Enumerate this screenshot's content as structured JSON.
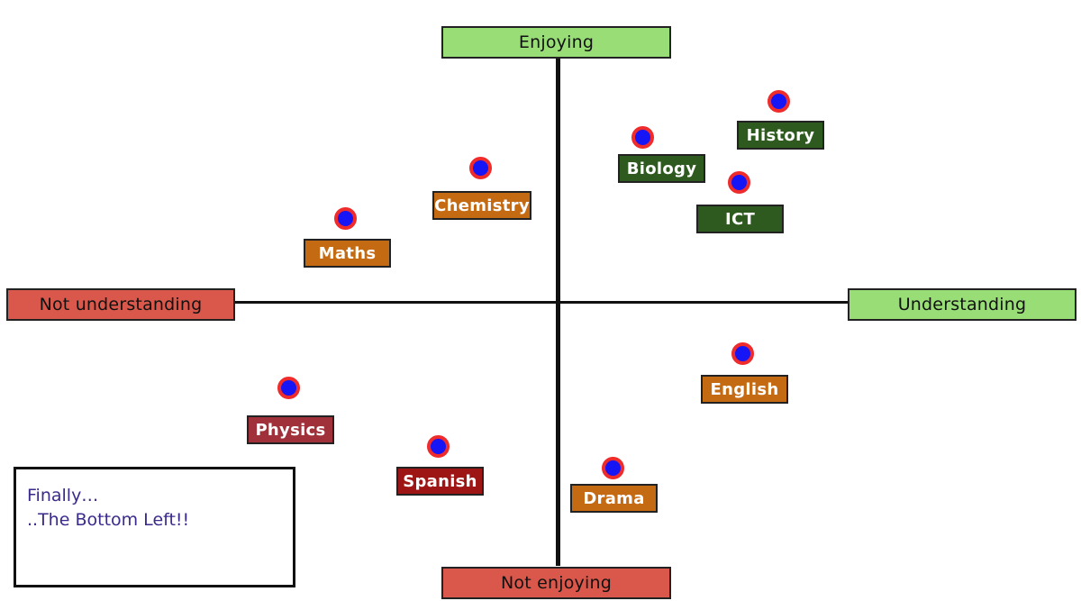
{
  "axes": {
    "top": "Enjoying",
    "bottom": "Not enjoying",
    "left": "Not understanding",
    "right": "Understanding"
  },
  "colors": {
    "enjoying_understanding_box": "#99dd77",
    "not_box": "#d9584b",
    "marker_fill": "#1515f5",
    "marker_ring": "#ef2b2b",
    "dark_green": "#2e5a1f",
    "orange": "#c46a12",
    "dark_red": "#a0303a",
    "red": "#9e1515"
  },
  "subjects": [
    {
      "id": "history",
      "label": "History",
      "color": "#2e5a1f"
    },
    {
      "id": "biology",
      "label": "Biology",
      "color": "#2e5a1f"
    },
    {
      "id": "ict",
      "label": "ICT",
      "color": "#2e5a1f"
    },
    {
      "id": "chemistry",
      "label": "Chemistry",
      "color": "#c46a12"
    },
    {
      "id": "maths",
      "label": "Maths",
      "color": "#c46a12"
    },
    {
      "id": "english",
      "label": "English",
      "color": "#c46a12"
    },
    {
      "id": "drama",
      "label": "Drama",
      "color": "#c46a12"
    },
    {
      "id": "physics",
      "label": "Physics",
      "color": "#a0303a"
    },
    {
      "id": "spanish",
      "label": "Spanish",
      "color": "#9e1515"
    }
  ],
  "note": {
    "line1": "Finally…",
    "line2": "..The Bottom Left!!"
  }
}
